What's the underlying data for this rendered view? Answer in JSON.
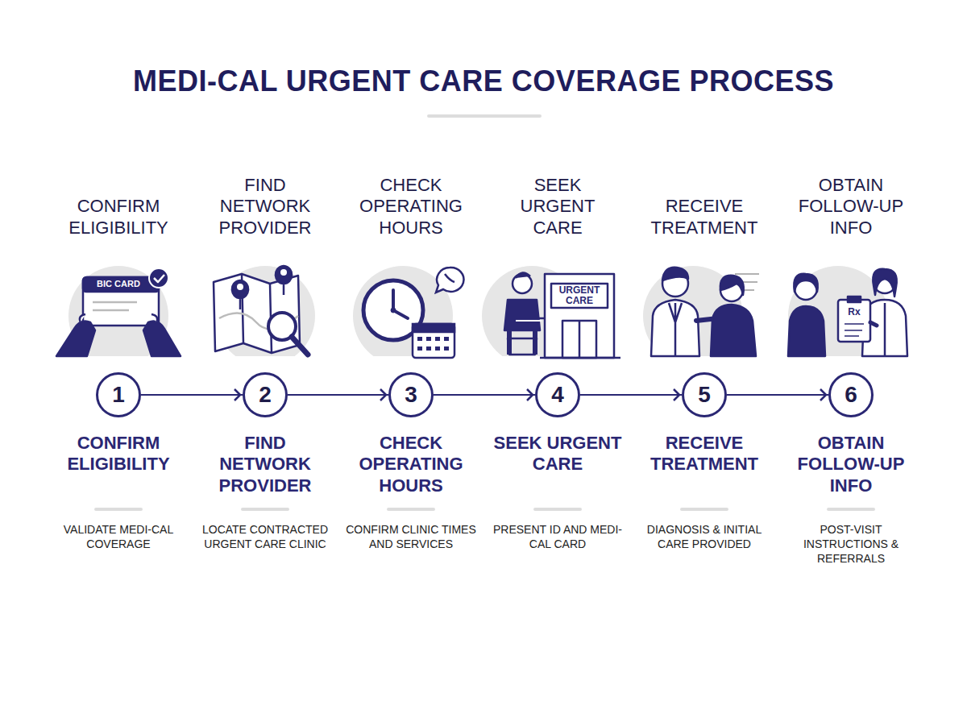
{
  "diagram": {
    "title": "MEDI-CAL URGENT CARE COVERAGE PROCESS",
    "nodes": [
      {
        "text": [
          "1"
        ]
      },
      {
        "text": [
          "2"
        ]
      },
      {
        "text": [
          "3"
        ]
      },
      {
        "text": [
          "4"
        ]
      },
      {
        "text": [
          "5"
        ]
      },
      {
        "text": [
          "6"
        ]
      }
    ],
    "edges": [
      {
        "from": 0,
        "to": 1,
        "arrow": "to"
      },
      {
        "from": 1,
        "to": 2,
        "arrow": "to"
      },
      {
        "from": 2,
        "to": 3,
        "arrow": "to"
      },
      {
        "from": 3,
        "to": 4,
        "arrow": "to"
      },
      {
        "from": 4,
        "to": 5,
        "arrow": "to"
      }
    ],
    "labels": [
      "CONFIRM ELIGIBILITY",
      "BIC CARD",
      "CONFIRM ELIGIBILITY",
      "VALIDATE MEDI-CAL COVERAGE",
      "FIND NETWORK PROVIDER",
      "FIND NETWORK PROVIDER",
      "LOCATE CONTRACTED URGENT CARE CLINIC",
      "CHECK OPERATING HOURS",
      "CHECK OPERATING HOURS",
      "CONFIRM CLINIC TIMES AND SERVICES",
      "SEEK URGENT CARE",
      "URGENT CARE",
      "SEEK URGENT CARE",
      "PRESENT ID AND MEDI-CAL CARD",
      "RECEIVE TREATMENT",
      "RECEIVE TREATMENT",
      "DIAGNOSIS & INITIAL CARE PROVIDED",
      "OBTAIN FOLLOW-UP INFO",
      "Rx",
      "OBTAIN FOLLOW-UP INFO",
      "POST-VISIT INSTRUCTIONS & REFERRALS"
    ]
  }
}
